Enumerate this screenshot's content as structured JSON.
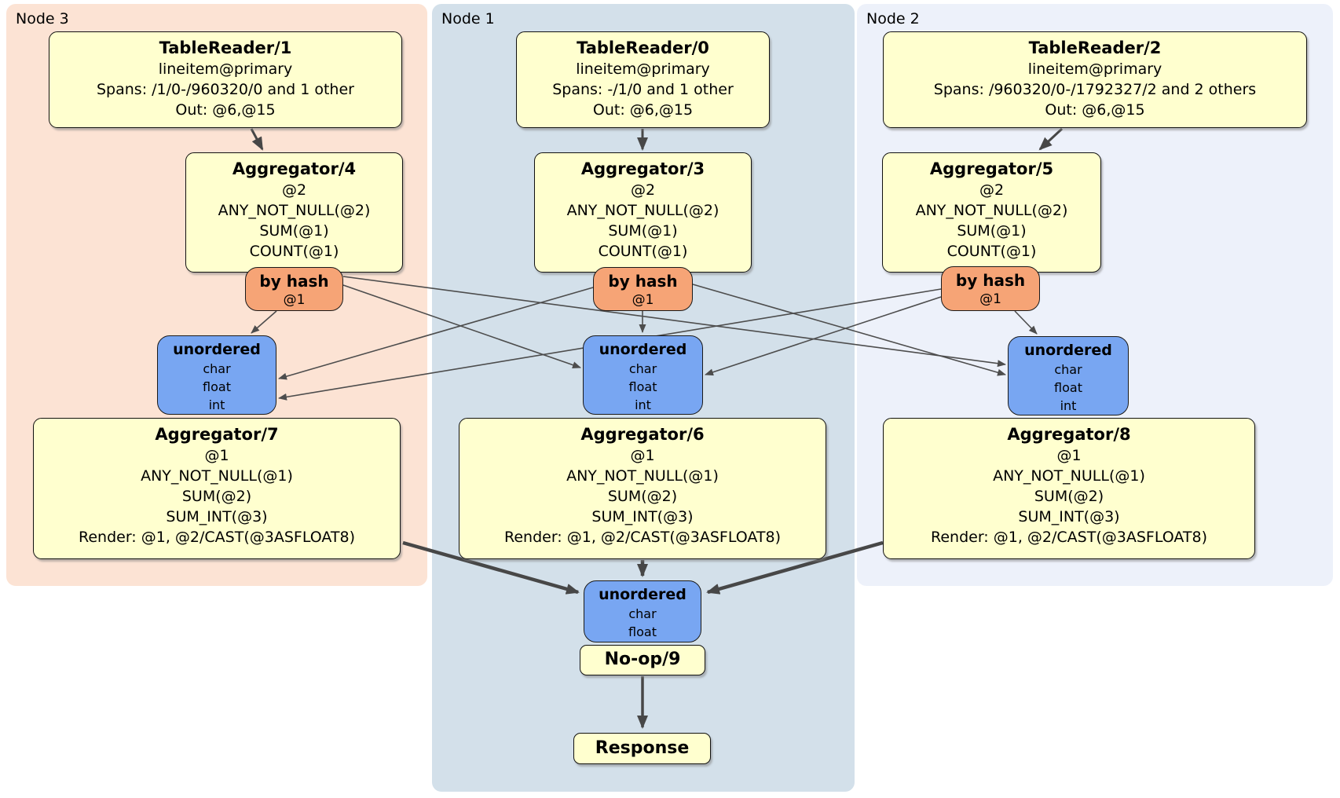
{
  "colors": {
    "node3_bg": "#fce3d4",
    "node1_bg": "#d3e0ea",
    "node2_bg": "#edf1fa",
    "processor_fill": "#ffffcf",
    "router_fill": "#f6a476",
    "sync_fill": "#78a6f2",
    "edge": "#4d4d4d"
  },
  "nodes": [
    {
      "label": "Node 3",
      "table_reader": {
        "title": "TableReader/1",
        "table": "lineitem@primary",
        "spans": "Spans: /1/0-/960320/0 and 1 other",
        "out": "Out: @6,@15"
      },
      "group_aggregator": {
        "title": "Aggregator/4",
        "group": "@2",
        "aggs": [
          "ANY_NOT_NULL(@2)",
          "SUM(@1)",
          "COUNT(@1)"
        ]
      },
      "router": {
        "title": "by hash",
        "columns": "@1"
      },
      "sync": {
        "title": "unordered",
        "columns": [
          "char",
          "float",
          "int"
        ]
      },
      "final_aggregator": {
        "title": "Aggregator/7",
        "group": "@1",
        "aggs": [
          "ANY_NOT_NULL(@1)",
          "SUM(@2)",
          "SUM_INT(@3)"
        ],
        "render": "Render: @1, @2/CAST(@3ASFLOAT8)"
      }
    },
    {
      "label": "Node 1",
      "table_reader": {
        "title": "TableReader/0",
        "table": "lineitem@primary",
        "spans": "Spans: -/1/0 and 1 other",
        "out": "Out: @6,@15"
      },
      "group_aggregator": {
        "title": "Aggregator/3",
        "group": "@2",
        "aggs": [
          "ANY_NOT_NULL(@2)",
          "SUM(@1)",
          "COUNT(@1)"
        ]
      },
      "router": {
        "title": "by hash",
        "columns": "@1"
      },
      "sync": {
        "title": "unordered",
        "columns": [
          "char",
          "float",
          "int"
        ]
      },
      "final_aggregator": {
        "title": "Aggregator/6",
        "group": "@1",
        "aggs": [
          "ANY_NOT_NULL(@1)",
          "SUM(@2)",
          "SUM_INT(@3)"
        ],
        "render": "Render: @1, @2/CAST(@3ASFLOAT8)"
      }
    },
    {
      "label": "Node 2",
      "table_reader": {
        "title": "TableReader/2",
        "table": "lineitem@primary",
        "spans": "Spans: /960320/0-/1792327/2 and 2 others",
        "out": "Out: @6,@15"
      },
      "group_aggregator": {
        "title": "Aggregator/5",
        "group": "@2",
        "aggs": [
          "ANY_NOT_NULL(@2)",
          "SUM(@1)",
          "COUNT(@1)"
        ]
      },
      "router": {
        "title": "by hash",
        "columns": "@1"
      },
      "sync": {
        "title": "unordered",
        "columns": [
          "char",
          "float",
          "int"
        ]
      },
      "final_aggregator": {
        "title": "Aggregator/8",
        "group": "@1",
        "aggs": [
          "ANY_NOT_NULL(@1)",
          "SUM(@2)",
          "SUM_INT(@3)"
        ],
        "render": "Render: @1, @2/CAST(@3ASFLOAT8)"
      }
    }
  ],
  "output": {
    "sync": {
      "title": "unordered",
      "columns": [
        "char",
        "float"
      ]
    },
    "noop": {
      "title": "No-op/9"
    },
    "response": {
      "title": "Response"
    }
  }
}
